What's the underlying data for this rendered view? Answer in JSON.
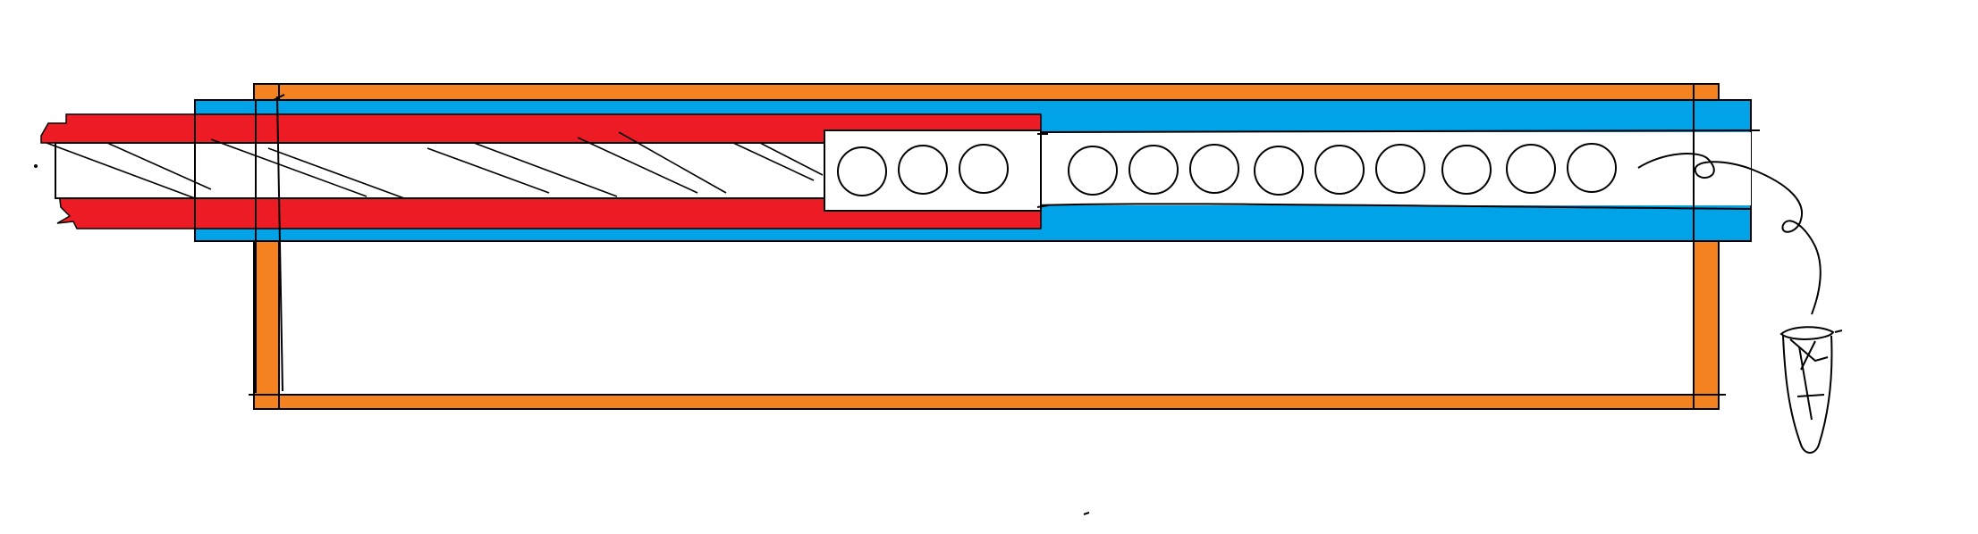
{
  "diagram": {
    "colors": {
      "background": "#ffffff",
      "outer_frame": "#f58220",
      "outer_tube": "#00a2e8",
      "inner_tube": "#ed1c24",
      "bore": "#ffffff",
      "stroke": "#000000"
    },
    "parts": [
      {
        "id": "outer-frame",
        "kind": "rectangular frame",
        "color": "outer_frame"
      },
      {
        "id": "outer-tube",
        "kind": "sleeve",
        "color": "outer_tube"
      },
      {
        "id": "inner-tube",
        "kind": "sleeve",
        "color": "inner_tube"
      },
      {
        "id": "inner-beads",
        "kind": "circle row",
        "count": 3
      },
      {
        "id": "outer-beads",
        "kind": "circle row",
        "count": 9
      },
      {
        "id": "filament",
        "kind": "curved line"
      },
      {
        "id": "collection-tube",
        "kind": "tube sketch"
      }
    ]
  }
}
